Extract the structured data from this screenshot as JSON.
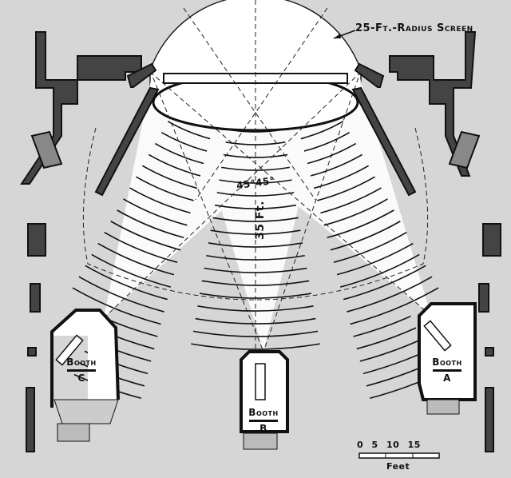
{
  "title": "Theater plan with projection booths",
  "screen_label": "25-Ft.-Radius Screen",
  "distance_label": "35 Ft.",
  "angle_label": "45°45°",
  "booths": [
    {
      "name": "Booth",
      "letter": "C"
    },
    {
      "name": "Booth",
      "letter": "B"
    },
    {
      "name": "Booth",
      "letter": "A"
    }
  ],
  "scale": {
    "numbers": "0 5 10 15",
    "unit": "Feet"
  },
  "colors": {
    "background": "#d6d6d6",
    "ink": "#111111",
    "beam": "#ffffff"
  }
}
